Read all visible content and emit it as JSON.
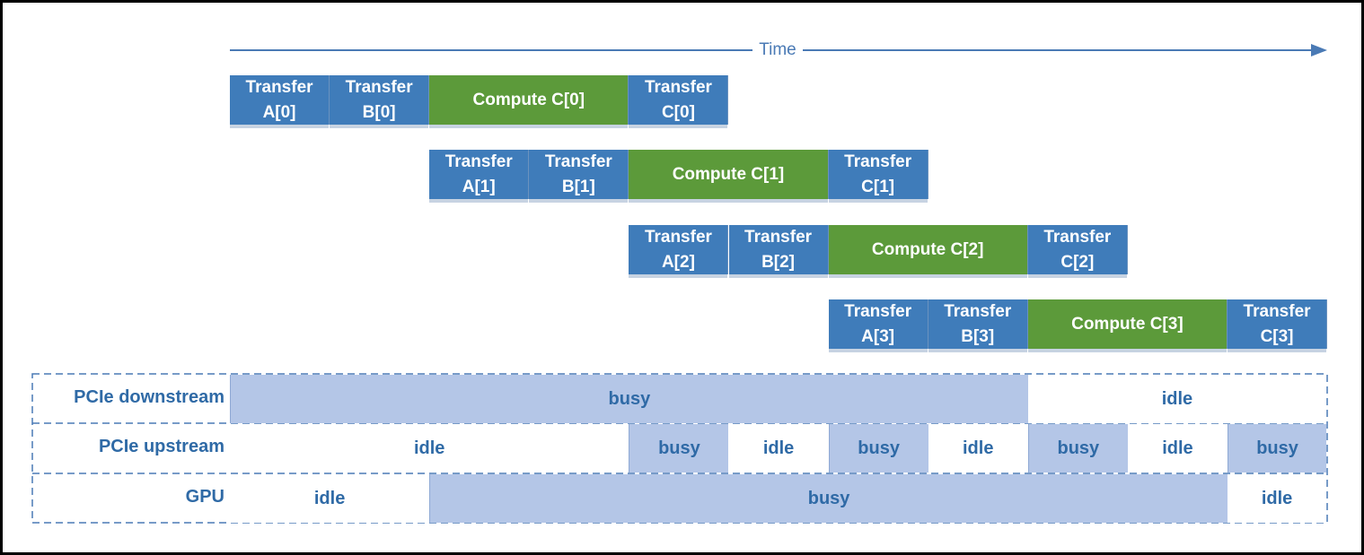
{
  "time_label": "Time",
  "colors": {
    "transfer": "#3f7cba",
    "compute": "#5c9a3a",
    "busy": "#b4c6e7",
    "idle": "#ffffff",
    "axis": "#4a7ab5",
    "text": "#2f6aa6"
  },
  "pipelines": [
    {
      "blocks": [
        {
          "type": "transfer",
          "label": "Transfer\nA[0]"
        },
        {
          "type": "transfer",
          "label": "Transfer\nB[0]"
        },
        {
          "type": "compute",
          "label": "Compute C[0]"
        },
        {
          "type": "transfer",
          "label": "Transfer\nC[0]"
        }
      ]
    },
    {
      "blocks": [
        {
          "type": "transfer",
          "label": "Transfer\nA[1]"
        },
        {
          "type": "transfer",
          "label": "Transfer\nB[1]"
        },
        {
          "type": "compute",
          "label": "Compute C[1]"
        },
        {
          "type": "transfer",
          "label": "Transfer\nC[1]"
        }
      ]
    },
    {
      "blocks": [
        {
          "type": "transfer",
          "label": "Transfer\nA[2]"
        },
        {
          "type": "transfer",
          "label": "Transfer\nB[2]"
        },
        {
          "type": "compute",
          "label": "Compute C[2]"
        },
        {
          "type": "transfer",
          "label": "Transfer\nC[2]"
        }
      ]
    },
    {
      "blocks": [
        {
          "type": "transfer",
          "label": "Transfer\nA[3]"
        },
        {
          "type": "transfer",
          "label": "Transfer\nB[3]"
        },
        {
          "type": "compute",
          "label": "Compute C[3]"
        },
        {
          "type": "transfer",
          "label": "Transfer\nC[3]"
        }
      ]
    }
  ],
  "status_rows": [
    {
      "label": "PCIe downstream",
      "segments": [
        {
          "state": "busy",
          "label": "busy",
          "slots": 8
        },
        {
          "state": "idle",
          "label": "idle",
          "slots": 3
        }
      ]
    },
    {
      "label": "PCIe upstream",
      "segments": [
        {
          "state": "idle",
          "label": "idle",
          "slots": 4
        },
        {
          "state": "busy",
          "label": "busy",
          "slots": 1
        },
        {
          "state": "idle",
          "label": "idle",
          "slots": 1
        },
        {
          "state": "busy",
          "label": "busy",
          "slots": 1
        },
        {
          "state": "idle",
          "label": "idle",
          "slots": 1
        },
        {
          "state": "busy",
          "label": "busy",
          "slots": 1
        },
        {
          "state": "idle",
          "label": "idle",
          "slots": 1
        },
        {
          "state": "busy",
          "label": "busy",
          "slots": 1
        }
      ]
    },
    {
      "label": "GPU",
      "segments": [
        {
          "state": "idle",
          "label": "idle",
          "slots": 2
        },
        {
          "state": "busy",
          "label": "busy",
          "slots": 8
        },
        {
          "state": "idle",
          "label": "idle",
          "slots": 1
        }
      ]
    }
  ]
}
